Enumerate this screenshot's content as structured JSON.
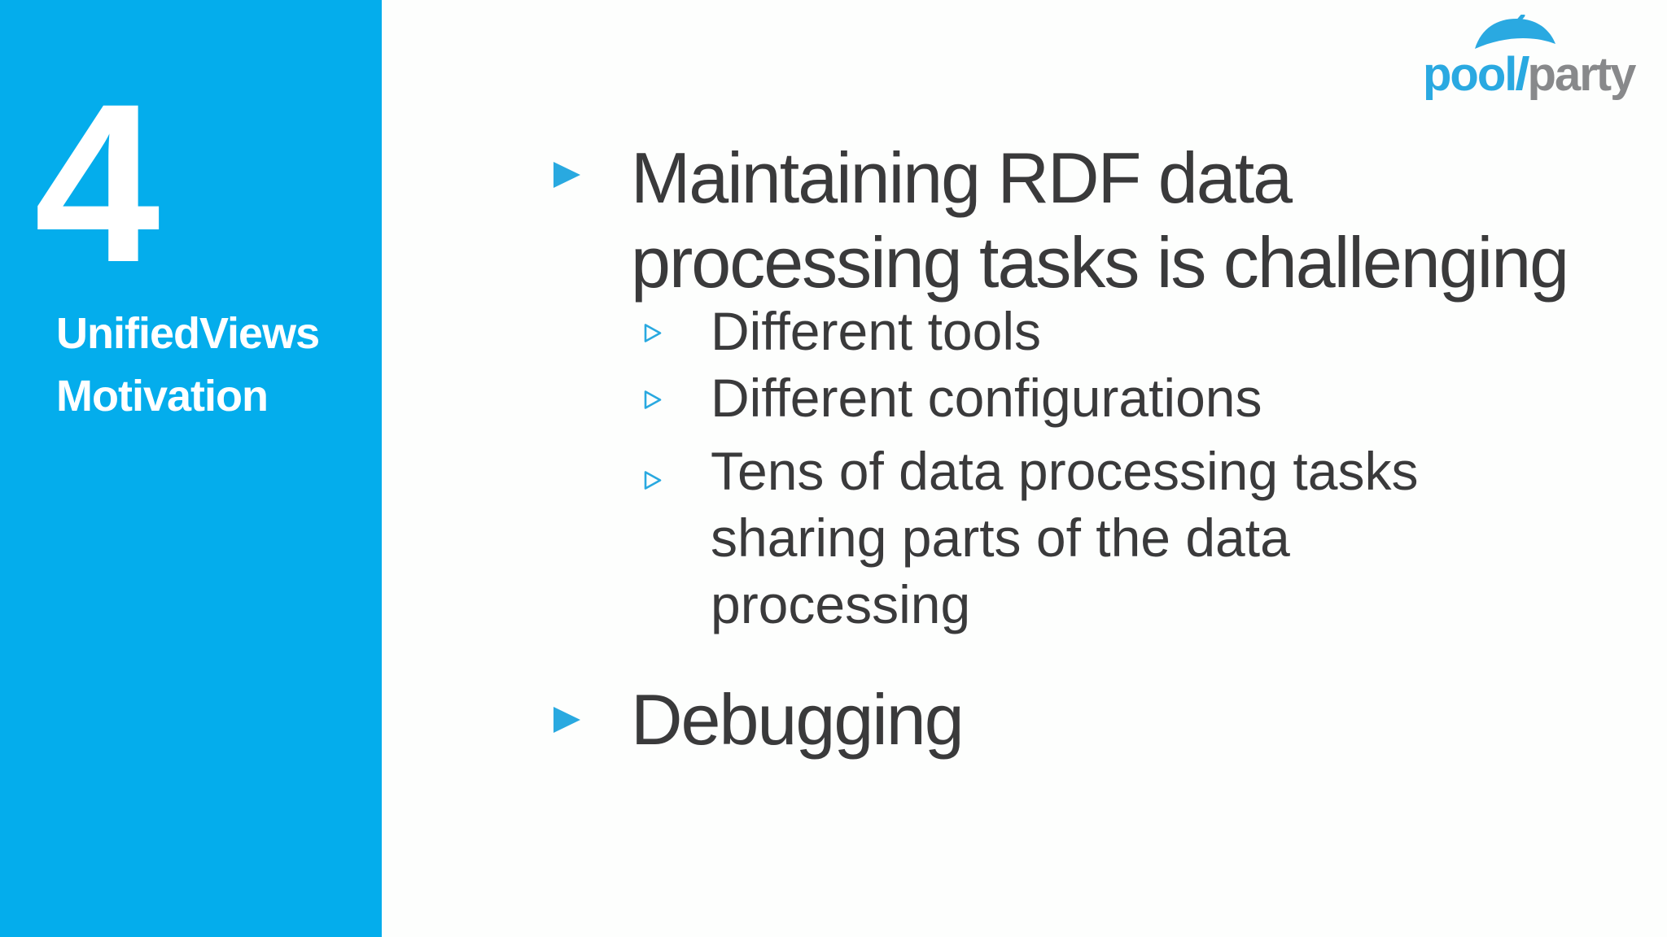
{
  "slide": {
    "sidebar": {
      "section_number": "4",
      "title_lines": [
        "UnifiedViews",
        "Motivation"
      ]
    },
    "logo": {
      "word_blue": "pool",
      "pole_letter": "l",
      "word_gray": "party",
      "icon": "umbrella"
    },
    "bullets": [
      {
        "level": 1,
        "text": "Maintaining RDF data processing tasks is challenging"
      },
      {
        "level": 2,
        "text": "Different tools"
      },
      {
        "level": 2,
        "text": "Different configurations"
      },
      {
        "level": 2,
        "text": "Tens of data processing tasks sharing parts of the data processing"
      },
      {
        "level": 1,
        "text": "Debugging"
      }
    ],
    "colors": {
      "sidebar_blue": "#04ADEC",
      "bullet_blue": "#29A9E0",
      "text_dark": "#3A3A3B",
      "logo_blue": "#2AA9E1",
      "logo_gray": "#88898B",
      "background": "#FDFEFD"
    }
  }
}
